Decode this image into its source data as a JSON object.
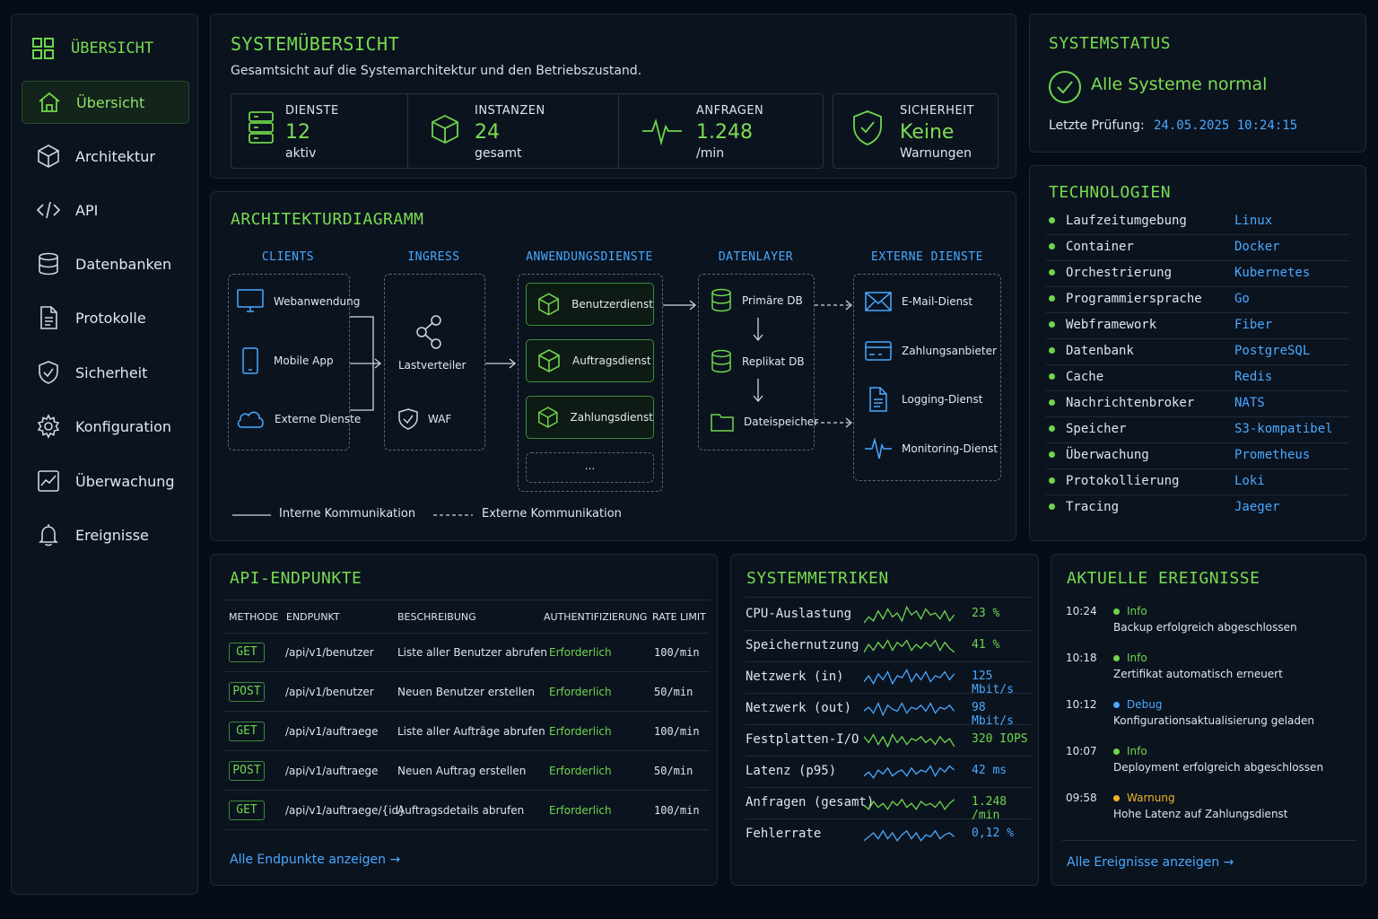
{
  "colors": {
    "accent": "#6fd64a",
    "link": "#4aa9ff",
    "warning": "#f0b428",
    "background": "#070d17",
    "panel": "#0b131f"
  },
  "sidebar": {
    "header": "ÜBERSICHT",
    "items": [
      {
        "label": "Übersicht",
        "icon": "home-icon"
      },
      {
        "label": "Architektur",
        "icon": "cube-icon"
      },
      {
        "label": "API",
        "icon": "code-icon"
      },
      {
        "label": "Datenbanken",
        "icon": "database-icon"
      },
      {
        "label": "Protokolle",
        "icon": "document-icon"
      },
      {
        "label": "Sicherheit",
        "icon": "shield-icon"
      },
      {
        "label": "Konfiguration",
        "icon": "gear-icon"
      },
      {
        "label": "Überwachung",
        "icon": "chart-icon"
      },
      {
        "label": "Ereignisse",
        "icon": "bell-icon"
      }
    ]
  },
  "overview": {
    "title": "SYSTEMÜBERSICHT",
    "subtitle": "Gesamtsicht auf die Systemarchitektur und den Betriebszustand.",
    "kpis": [
      {
        "label": "DIENSTE",
        "value": "12",
        "unit": "aktiv"
      },
      {
        "label": "INSTANZEN",
        "value": "24",
        "unit": "gesamt"
      },
      {
        "label": "ANFRAGEN",
        "value": "1.248",
        "unit": "/min"
      },
      {
        "label": "SICHERHEIT",
        "value": "Keine",
        "unit": "Warnungen"
      }
    ]
  },
  "status": {
    "title": "SYSTEMSTATUS",
    "state": "Alle Systeme normal",
    "last_check_label": "Letzte Prüfung:",
    "last_check_value": "24.05.2025 10:24:15"
  },
  "tech": {
    "title": "TECHNOLOGIEN",
    "items": [
      {
        "k": "Laufzeitumgebung",
        "v": "Linux"
      },
      {
        "k": "Container",
        "v": "Docker"
      },
      {
        "k": "Orchestrierung",
        "v": "Kubernetes"
      },
      {
        "k": "Programmiersprache",
        "v": "Go"
      },
      {
        "k": "Webframework",
        "v": "Fiber"
      },
      {
        "k": "Datenbank",
        "v": "PostgreSQL"
      },
      {
        "k": "Cache",
        "v": "Redis"
      },
      {
        "k": "Nachrichtenbroker",
        "v": "NATS"
      },
      {
        "k": "Speicher",
        "v": "S3-kompatibel"
      },
      {
        "k": "Überwachung",
        "v": "Prometheus"
      },
      {
        "k": "Protokollierung",
        "v": "Loki"
      },
      {
        "k": "Tracing",
        "v": "Jaeger"
      }
    ]
  },
  "arch": {
    "title": "ARCHITEKTURDIAGRAMM",
    "columns": [
      "CLIENTS",
      "INGRESS",
      "ANWENDUNGSDIENSTE",
      "DATENLAYER",
      "EXTERNE DIENSTE"
    ],
    "clients": [
      "Webanwendung",
      "Mobile App",
      "Externe Dienste"
    ],
    "ingress": [
      "Lastverteiler",
      "WAF"
    ],
    "services": [
      "Benutzerdienst",
      "Auftragsdienst",
      "Zahlungsdienst",
      "..."
    ],
    "data": [
      "Primäre DB",
      "Replikat DB",
      "Dateispeicher"
    ],
    "external": [
      "E-Mail-Dienst",
      "Zahlungsanbieter",
      "Logging-Dienst",
      "Monitoring-Dienst"
    ],
    "legend_internal": "Interne Kommunikation",
    "legend_external": "Externe Kommunikation"
  },
  "api": {
    "title": "API-ENDPUNKTE",
    "headers": [
      "METHODE",
      "ENDPUNKT",
      "BESCHREIBUNG",
      "AUTHENTIFIZIERUNG",
      "RATE LIMIT"
    ],
    "rows": [
      {
        "method": "GET",
        "path": "/api/v1/benutzer",
        "desc": "Liste aller Benutzer abrufen",
        "auth": "Erforderlich",
        "rate": "100/min"
      },
      {
        "method": "POST",
        "path": "/api/v1/benutzer",
        "desc": "Neuen Benutzer erstellen",
        "auth": "Erforderlich",
        "rate": "50/min"
      },
      {
        "method": "GET",
        "path": "/api/v1/auftraege",
        "desc": "Liste aller Aufträge abrufen",
        "auth": "Erforderlich",
        "rate": "100/min"
      },
      {
        "method": "POST",
        "path": "/api/v1/auftraege",
        "desc": "Neuen Auftrag erstellen",
        "auth": "Erforderlich",
        "rate": "50/min"
      },
      {
        "method": "GET",
        "path": "/api/v1/auftraege/{id}",
        "desc": "Auftragsdetails abrufen",
        "auth": "Erforderlich",
        "rate": "100/min"
      }
    ],
    "link": "Alle Endpunkte anzeigen"
  },
  "metrics": {
    "title": "SYSTEMMETRIKEN",
    "rows": [
      {
        "k": "CPU-Auslastung",
        "v": "23 %",
        "color": "#6fd64a"
      },
      {
        "k": "Speichernutzung",
        "v": "41 %",
        "color": "#6fd64a"
      },
      {
        "k": "Netzwerk (in)",
        "v": "125 Mbit/s",
        "color": "#4aa9ff"
      },
      {
        "k": "Netzwerk (out)",
        "v": "98 Mbit/s",
        "color": "#4aa9ff"
      },
      {
        "k": "Festplatten-I/O",
        "v": "320 IOPS",
        "color": "#6fd64a"
      },
      {
        "k": "Latenz (p95)",
        "v": "42 ms",
        "color": "#4aa9ff"
      },
      {
        "k": "Anfragen (gesamt)",
        "v": "1.248 /min",
        "color": "#6fd64a"
      },
      {
        "k": "Fehlerrate",
        "v": "0,12 %",
        "color": "#4aa9ff"
      }
    ]
  },
  "events": {
    "title": "AKTUELLE EREIGNISSE",
    "items": [
      {
        "time": "10:24",
        "level": "Info",
        "color": "#6fd64a",
        "msg": "Backup erfolgreich abgeschlossen"
      },
      {
        "time": "10:18",
        "level": "Info",
        "color": "#6fd64a",
        "msg": "Zertifikat automatisch erneuert"
      },
      {
        "time": "10:12",
        "level": "Debug",
        "color": "#4aa9ff",
        "msg": "Konfigurationsaktualisierung geladen"
      },
      {
        "time": "10:07",
        "level": "Info",
        "color": "#6fd64a",
        "msg": "Deployment erfolgreich abgeschlossen"
      },
      {
        "time": "09:58",
        "level": "Warnung",
        "color": "#f0b428",
        "msg": "Hohe Latenz auf Zahlungsdienst"
      }
    ],
    "link": "Alle Ereignisse anzeigen"
  }
}
